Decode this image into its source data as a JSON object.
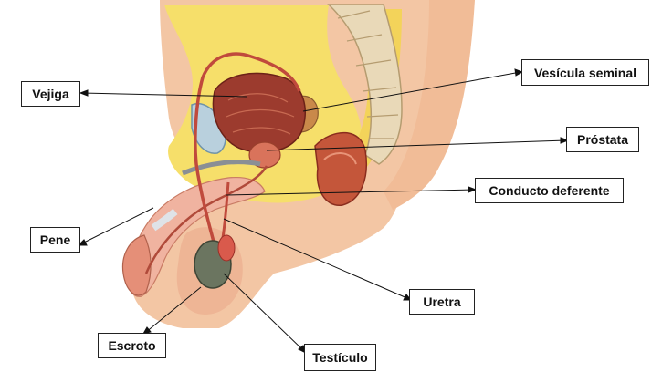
{
  "labels": {
    "vejiga": "Vejiga",
    "vesicula_seminal": "Vesícula seminal",
    "prostata": "Próstata",
    "conducto_deferente": "Conducto deferente",
    "pene": "Pene",
    "uretra": "Uretra",
    "escroto": "Escroto",
    "testiculo": "Testículo"
  },
  "colors": {
    "skin": "#f3c6a4",
    "fat": "#f6df6a",
    "bladder": "#9c3b2e",
    "prostate": "#d9735b",
    "testis": "#6b7560",
    "bone": "#e9d9b8",
    "pubic": "#b9d0dd",
    "tissue_pink": "#f0b3a0"
  }
}
